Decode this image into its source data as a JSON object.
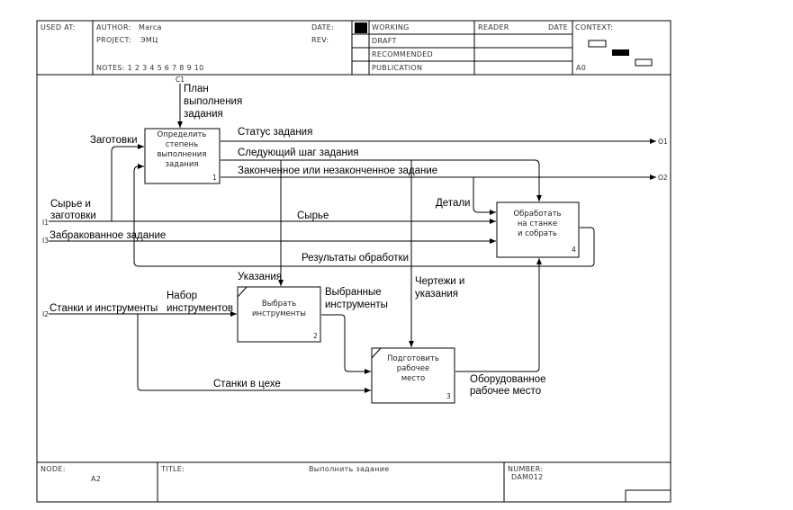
{
  "header": {
    "used_at": "USED AT:",
    "author_label": "AUTHOR:",
    "author_value": "Marca",
    "project_label": "PROJECT:",
    "project_value": "ЭМЦ",
    "date_label": "DATE:",
    "rev_label": "REV:",
    "notes": "NOTES:  1  2  3  4  5  6  7  8  9  10",
    "status": [
      "WORKING",
      "DRAFT",
      "RECOMMENDED",
      "PUBLICATION"
    ],
    "reader": "READER",
    "date2": "DATE",
    "context": "CONTEXT:",
    "context_node": "A0"
  },
  "footer": {
    "node_label": "NODE:",
    "node_value": "A2",
    "title_label": "TITLE:",
    "title_value": "Выполнить задание",
    "number_label": "NUMBER:",
    "number_value": "DAM012"
  },
  "boxes": [
    {
      "lines": [
        "Определить",
        "степень",
        "выполнения",
        "задания"
      ],
      "num": "1"
    },
    {
      "lines": [
        "Выбрать",
        "инструменты"
      ],
      "num": "2"
    },
    {
      "lines": [
        "Подготовить",
        "рабочее",
        "место"
      ],
      "num": "3"
    },
    {
      "lines": [
        "Обработать",
        "на станке",
        "и собрать"
      ],
      "num": "4"
    }
  ],
  "tunnels": {
    "c1": "C1",
    "i1": "I1",
    "i2": "I2",
    "i3": "I3",
    "o1": "O1",
    "o2": "O2"
  },
  "arrows": {
    "plan": [
      "План",
      "выполнения",
      "задания"
    ],
    "zagotovki": "Заготовки",
    "syrye_zagotovki": [
      "Сырье и",
      "заготовки"
    ],
    "status": "Статус задания",
    "next_step": "Следующий шаг задания",
    "finished": "Законченное или незаконченное задание",
    "details": "Детали",
    "syrye": "Сырье",
    "rejected": "Забракованное задание",
    "results": "Результаты обработки",
    "ukazaniya": "Указания",
    "drawings": [
      "Чертежи и",
      "указания"
    ],
    "tools_set": [
      "Набор",
      "инструментов"
    ],
    "machines_tools": "Станки и инструменты",
    "selected_tools": [
      "Выбранные",
      "инструменты"
    ],
    "machines_shop": "Станки в цехе",
    "equipped": [
      "Оборудованное",
      "рабочее место"
    ]
  }
}
